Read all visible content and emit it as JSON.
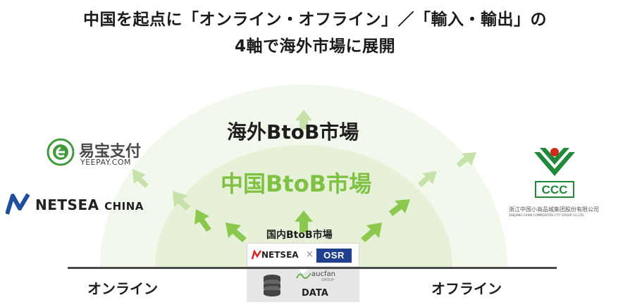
{
  "title": {
    "line1": "中国を起点に「オンライン・オフライン」／「輸入・輸出」の",
    "line2": "4軸で海外市場に展開"
  },
  "markets": {
    "overseas": "海外BtoB市場",
    "china": "中国BtoB市場",
    "domestic": "国内BtoB市場"
  },
  "axis": {
    "online": "オンライン",
    "offline": "オフライン"
  },
  "logos": {
    "yeepay_cn": "易宝支付",
    "yeepay_en": "YEEPAY.COM",
    "netsea_china_main": "NETSEA ",
    "netsea_china_suffix": "CHINA",
    "ccc_text": "CCC",
    "ccc_caption": "浙江中国小商品城集团股份有限公司",
    "ccc_caption_en": "ZHEJIANG CHINA COMMODITIES CITY GROUP CO.,LTD.",
    "netsea": "NETSEA",
    "times": "×",
    "osr": "OSR",
    "aucfan": "aucfan",
    "aucfan_group": "GROUP",
    "data": "DATA"
  },
  "colors": {
    "china_green": "#7ec143",
    "arrow_green": "#8cc850",
    "arc_outer": "#f3f8ec",
    "arc_inner": "#e6f1d8",
    "osr_blue": "#1f3f8f",
    "netsea_blue": "#1d4f9e",
    "netsea_red": "#d9241b",
    "ccc_green": "#1f8a3a",
    "ccc_red": "#d42a1e"
  }
}
